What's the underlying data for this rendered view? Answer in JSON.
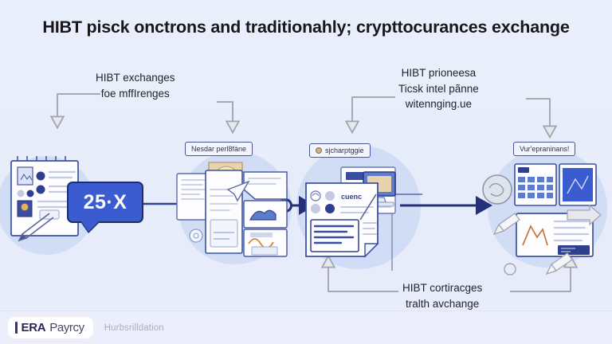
{
  "meta": {
    "background_color": "#e9eefb",
    "accent_navy": "#33418a",
    "accent_blue": "#3b5bd1",
    "blob_color": "#ccd9f4",
    "arrow_gray": "#a7aab4"
  },
  "title": "HIBT pisck onctrons and traditionahly; crypttocurances exchange",
  "labels": {
    "top_left": [
      "HIBT exchanges",
      "foe mffIrenges"
    ],
    "top_right": [
      "HIBT prioneesa",
      "Ticsk intel pãnne",
      "witennging.ue"
    ],
    "bottom_right": [
      "HIBT cortiracges",
      "tralth avchange"
    ]
  },
  "badge": {
    "text": "25·X",
    "color": "#3b5bd1"
  },
  "chips": [
    {
      "id": "chip-stage-2",
      "label": "Nesdar perl8fàne",
      "icon": ""
    },
    {
      "id": "chip-stage-3",
      "label": "sjcharptggie",
      "icon": "coin-icon"
    },
    {
      "id": "chip-stage-4",
      "label": "Vur'epraninans!",
      "icon": ""
    }
  ],
  "stages": [
    {
      "id": "stage-documents",
      "name": "document-notebook-illustration"
    },
    {
      "id": "stage-sheets",
      "name": "paper-sheets-illustration"
    },
    {
      "id": "stage-report",
      "name": "report-monitor-illustration"
    },
    {
      "id": "stage-dashboard",
      "name": "dashboard-chart-illustration"
    }
  ],
  "footer": {
    "logo_mark": "|",
    "logo_primary": "ERA",
    "logo_secondary": "Payrcy",
    "note": "Hurbsrilldation"
  }
}
